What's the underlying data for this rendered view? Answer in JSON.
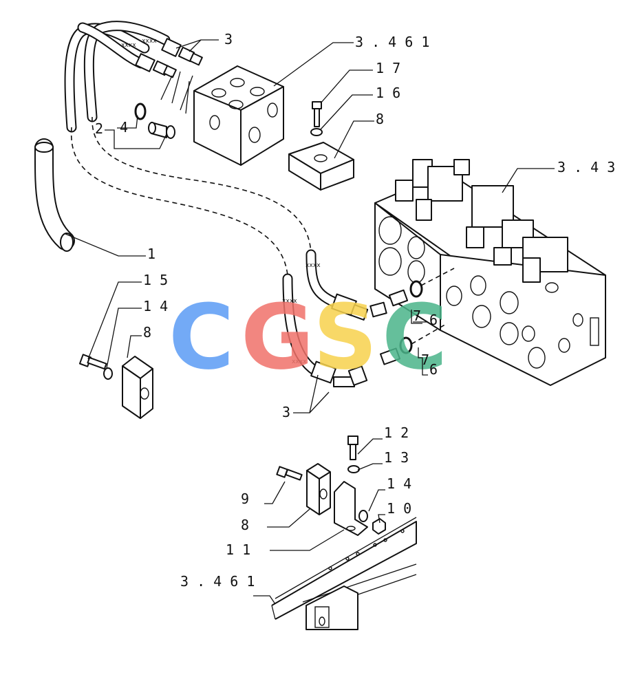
{
  "callouts": [
    {
      "id": "c-3-top",
      "text": "3"
    },
    {
      "id": "c-3461-top",
      "text": "3 . 4 6 1"
    },
    {
      "id": "c-17",
      "text": "1 7"
    },
    {
      "id": "c-16",
      "text": "1 6"
    },
    {
      "id": "c-8-top",
      "text": "8"
    },
    {
      "id": "c-343",
      "text": "3 . 4 3"
    },
    {
      "id": "c-2",
      "text": "2"
    },
    {
      "id": "c-4",
      "text": "4"
    },
    {
      "id": "c-1",
      "text": "1"
    },
    {
      "id": "c-15",
      "text": "1 5"
    },
    {
      "id": "c-14-left",
      "text": "1 4"
    },
    {
      "id": "c-8-left",
      "text": "8"
    },
    {
      "id": "c-7-a",
      "text": "7"
    },
    {
      "id": "c-6-a",
      "text": "6"
    },
    {
      "id": "c-7-b",
      "text": "7"
    },
    {
      "id": "c-6-b",
      "text": "6"
    },
    {
      "id": "c-3-bottom",
      "text": "3"
    },
    {
      "id": "c-12",
      "text": "1 2"
    },
    {
      "id": "c-13",
      "text": "1 3"
    },
    {
      "id": "c-14-right",
      "text": "1 4"
    },
    {
      "id": "c-10",
      "text": "1 0"
    },
    {
      "id": "c-9",
      "text": "9"
    },
    {
      "id": "c-8-bottom",
      "text": "8"
    },
    {
      "id": "c-11",
      "text": "1 1"
    },
    {
      "id": "c-3461-bottom",
      "text": "3 . 4 6 1"
    }
  ],
  "watermark": {
    "letters": [
      "C",
      "G",
      "S",
      "C"
    ],
    "colors": [
      "#5b9cf5",
      "#f0726a",
      "#f7d24d",
      "#4bb58a"
    ]
  }
}
